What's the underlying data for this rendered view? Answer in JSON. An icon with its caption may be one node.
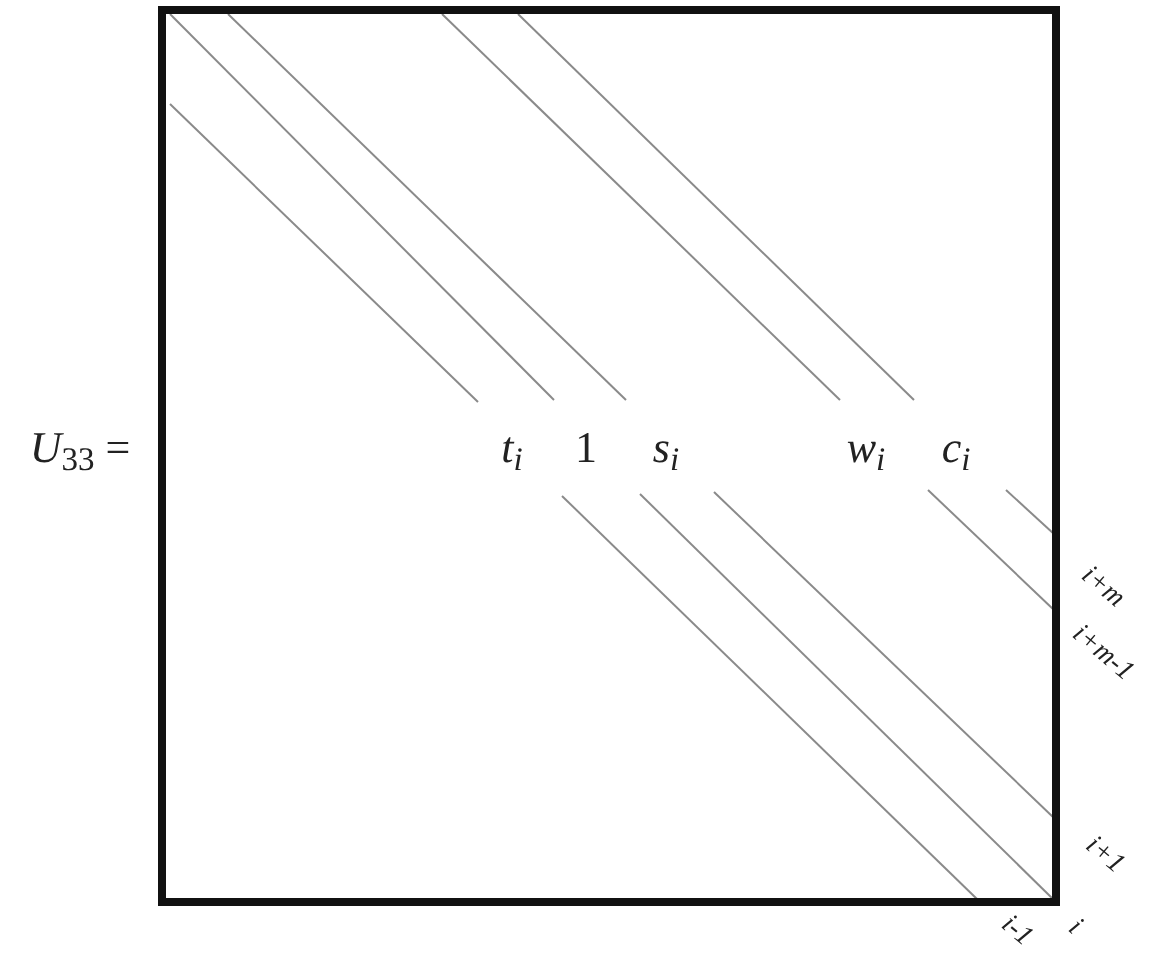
{
  "diagram": {
    "labels": [
      "*U*$_{33}$ =",
      "t$_{i}$",
      "1",
      "s$_{i}$",
      "w$_{i}$",
      "c$_{i}$",
      "i+m",
      "i+m-1",
      "i+1",
      "i-1",
      "i"
    ]
  }
}
